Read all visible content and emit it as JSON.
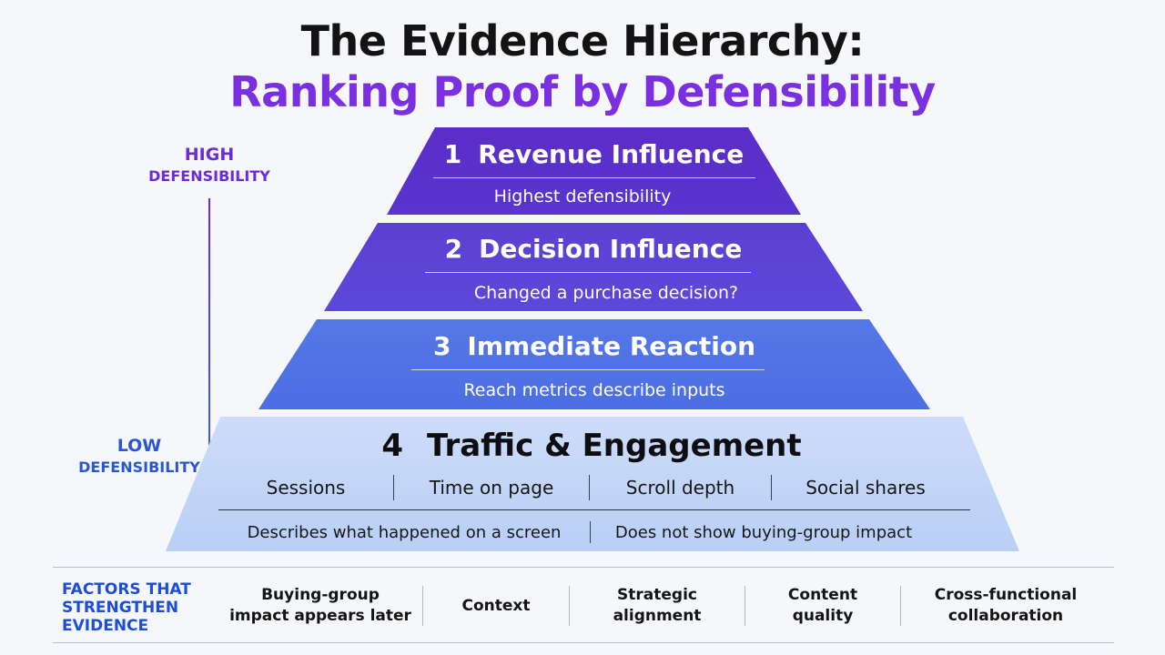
{
  "title": {
    "line1": "The Evidence Hierarchy:",
    "line2": "Ranking Proof by Defensibility"
  },
  "scale": {
    "high": {
      "word": "HIGH",
      "sub": "DEFENSIBILITY"
    },
    "low": {
      "word": "LOW",
      "sub": "DEFENSIBILITY"
    }
  },
  "tiers": [
    {
      "number": "1",
      "label": "Revenue Influence",
      "subtitle": "Highest defensibility"
    },
    {
      "number": "2",
      "label": "Decision Influence",
      "subtitle": "Changed a purchase decision?"
    },
    {
      "number": "3",
      "label": "Immediate Reaction",
      "subtitle": "Reach metrics describe inputs"
    },
    {
      "number": "4",
      "label": "Traffic & Engagement",
      "metrics": [
        "Sessions",
        "Time on page",
        "Scroll depth",
        "Social shares"
      ],
      "notes": [
        "Describes what happened on a screen",
        "Does not show buying-group impact"
      ]
    }
  ],
  "factors": {
    "label_line1": "FACTORS THAT",
    "label_line2": "STRENGTHEN",
    "label_line3": "EVIDENCE",
    "items": [
      {
        "line1": "Buying-group",
        "line2": "impact appears later"
      },
      {
        "line1": "Context",
        "line2": ""
      },
      {
        "line1": "Strategic",
        "line2": "alignment"
      },
      {
        "line1": "Content",
        "line2": "quality"
      },
      {
        "line1": "Cross-functional",
        "line2": "collaboration"
      }
    ]
  },
  "colors": {
    "tier1": "#5a2cc9",
    "tier2": "#5f3fd6",
    "tier3": "#4f6fe6",
    "tier4": "#c6d7f8",
    "title_accent": "#7a2fe0",
    "factor_label": "#1d4fd6"
  }
}
